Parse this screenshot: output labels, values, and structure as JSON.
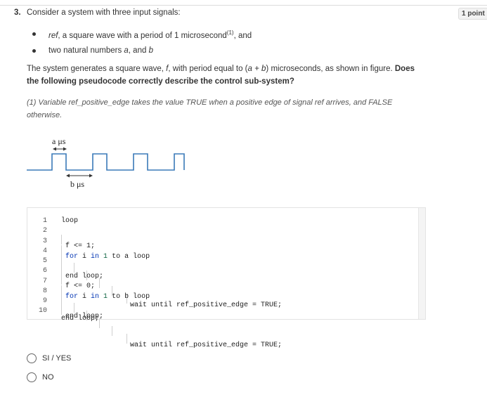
{
  "question": {
    "number": "3.",
    "title": "Consider a system with three input signals:",
    "points": "1 point",
    "bullets": [
      {
        "name": "ref",
        "text": ", a square wave with a period of 1 microsecond",
        "sup": "(1)",
        "tail": ", and"
      },
      {
        "text": "two natural numbers ",
        "a": "a",
        "and": ", and ",
        "b": "b"
      }
    ],
    "paragraph": {
      "p1": "The system generates a square wave, ",
      "f": "f",
      "p2": ", with period equal to (",
      "ab": "a + b",
      "p3": ") microseconds, as shown in figure. ",
      "bold": "Does the following pseudocode correctly describe the control sub-system?"
    },
    "note": "(1) Variable ref_positive_edge takes the value TRUE when a positive edge of signal ref arrives, and FALSE otherwise."
  },
  "diagram": {
    "label_a": "a μs",
    "label_b": "b μs"
  },
  "code": {
    "lines": [
      {
        "n": "1",
        "text": "loop"
      },
      {
        "n": "2",
        "text": "f <= 1;"
      },
      {
        "n": "3",
        "kw1": "for",
        "v": " i ",
        "kw2": "in",
        "num": " 1",
        "rest": " to a loop"
      },
      {
        "n": "4",
        "text": "wait until ref_positive_edge = TRUE;"
      },
      {
        "n": "5",
        "text": "end loop;"
      },
      {
        "n": "6",
        "text": "f <= 0;"
      },
      {
        "n": "7",
        "kw1": "for",
        "v": " i ",
        "kw2": "in",
        "num": " 1",
        "rest": " to b loop"
      },
      {
        "n": "8",
        "text": "wait until ref_positive_edge = TRUE;"
      },
      {
        "n": "9",
        "text": "end loop;"
      },
      {
        "n": "10",
        "text": "end loop;"
      }
    ]
  },
  "options": [
    {
      "label": "SI / YES"
    },
    {
      "label": "NO"
    }
  ]
}
